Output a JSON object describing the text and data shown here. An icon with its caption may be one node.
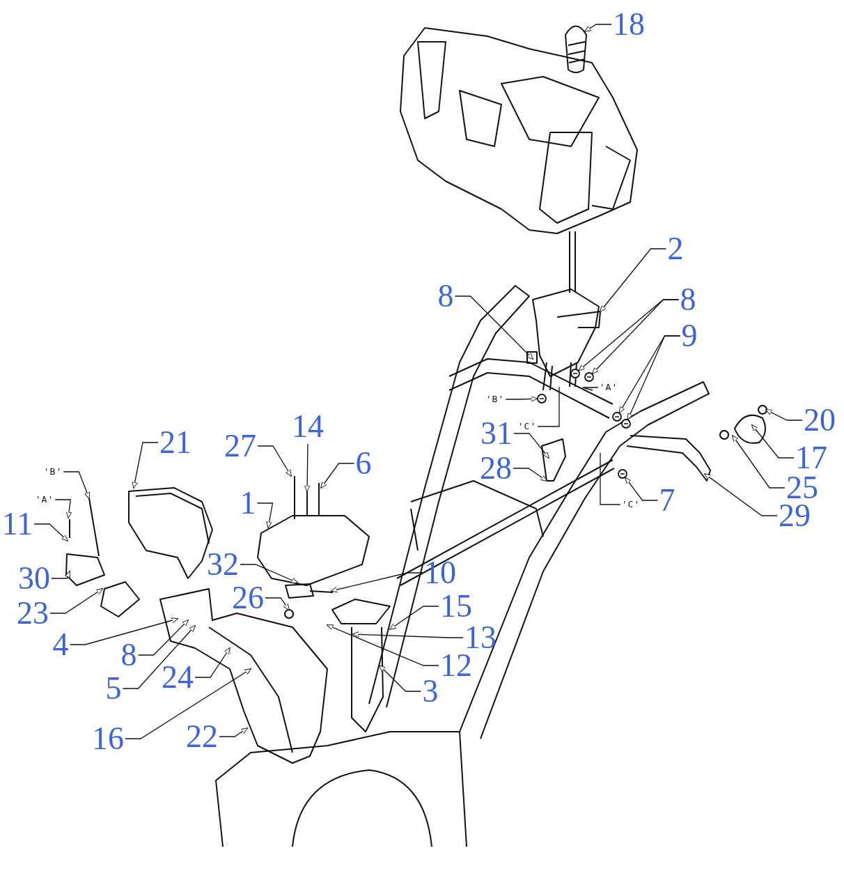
{
  "diagram": {
    "nodes": [
      {
        "text": [
          "18"
        ]
      },
      {
        "text": [
          "2"
        ]
      },
      {
        "text": [
          "8"
        ]
      },
      {
        "text": [
          "8"
        ]
      },
      {
        "text": [
          "9"
        ]
      },
      {
        "text": [
          "'A'"
        ]
      },
      {
        "text": [
          "'B'"
        ]
      },
      {
        "text": [
          "'C'"
        ]
      },
      {
        "text": [
          "31"
        ]
      },
      {
        "text": [
          "28"
        ]
      },
      {
        "text": [
          "'C'"
        ]
      },
      {
        "text": [
          "7"
        ]
      },
      {
        "text": [
          "20"
        ]
      },
      {
        "text": [
          "17"
        ]
      },
      {
        "text": [
          "25"
        ]
      },
      {
        "text": [
          "29"
        ]
      },
      {
        "text": [
          "21"
        ]
      },
      {
        "text": [
          "14"
        ]
      },
      {
        "text": [
          "27"
        ]
      },
      {
        "text": [
          "6"
        ]
      },
      {
        "text": [
          "1"
        ]
      },
      {
        "text": [
          "'B'"
        ]
      },
      {
        "text": [
          "'A'"
        ]
      },
      {
        "text": [
          "11"
        ]
      },
      {
        "text": [
          "30"
        ]
      },
      {
        "text": [
          "23"
        ]
      },
      {
        "text": [
          "32"
        ]
      },
      {
        "text": [
          "26"
        ]
      },
      {
        "text": [
          "10"
        ]
      },
      {
        "text": [
          "15"
        ]
      },
      {
        "text": [
          "13"
        ]
      },
      {
        "text": [
          "12"
        ]
      },
      {
        "text": [
          "3"
        ]
      },
      {
        "text": [
          "4"
        ]
      },
      {
        "text": [
          "8"
        ]
      },
      {
        "text": [
          "5"
        ]
      },
      {
        "text": [
          "24"
        ]
      },
      {
        "text": [
          "16"
        ]
      },
      {
        "text": [
          "22"
        ]
      },
      {
        "text": [],
        "shape": "picture"
      },
      {
        "text": [],
        "shape": "picture"
      },
      {
        "text": [],
        "shape": "picture"
      },
      {
        "text": [],
        "shape": "picture"
      },
      {
        "text": [],
        "shape": "picture"
      },
      {
        "text": [],
        "shape": "picture"
      }
    ],
    "edges": [
      {
        "from": 0,
        "to": null,
        "arrow": "to"
      },
      {
        "from": 1,
        "to": null,
        "arrow": "to"
      },
      {
        "from": 2,
        "to": null,
        "arrow": "to"
      },
      {
        "from": 3,
        "to": 39,
        "arrow": "to"
      },
      {
        "from": 3,
        "to": 40,
        "arrow": "to"
      },
      {
        "from": 4,
        "to": 41,
        "arrow": "to"
      },
      {
        "from": 4,
        "to": 42,
        "arrow": "to"
      },
      {
        "from": 5,
        "to": null,
        "arrow": "none"
      },
      {
        "from": 6,
        "to": 43,
        "arrow": "to"
      },
      {
        "from": 7,
        "to": null,
        "arrow": "none"
      },
      {
        "from": 8,
        "to": null,
        "arrow": "to"
      },
      {
        "from": 9,
        "to": null,
        "arrow": "to"
      },
      {
        "from": 10,
        "to": null,
        "arrow": "none"
      },
      {
        "from": 11,
        "to": 44,
        "arrow": "to"
      },
      {
        "from": 12,
        "to": null,
        "arrow": "to"
      },
      {
        "from": 13,
        "to": null,
        "arrow": "to"
      },
      {
        "from": 14,
        "to": null,
        "arrow": "to"
      },
      {
        "from": 15,
        "to": null,
        "arrow": "to"
      },
      {
        "from": 16,
        "to": null,
        "arrow": "to"
      },
      {
        "from": 17,
        "to": null,
        "arrow": "to"
      },
      {
        "from": 18,
        "to": null,
        "arrow": "to"
      },
      {
        "from": 19,
        "to": null,
        "arrow": "to"
      },
      {
        "from": 20,
        "to": null,
        "arrow": "to"
      },
      {
        "from": 21,
        "to": null,
        "arrow": "to"
      },
      {
        "from": 22,
        "to": null,
        "arrow": "to"
      },
      {
        "from": 23,
        "to": null,
        "arrow": "to"
      },
      {
        "from": 24,
        "to": null,
        "arrow": "to"
      },
      {
        "from": 25,
        "to": null,
        "arrow": "to"
      },
      {
        "from": 26,
        "to": null,
        "arrow": "to"
      },
      {
        "from": 27,
        "to": null,
        "arrow": "to"
      },
      {
        "from": 28,
        "to": null,
        "arrow": "to"
      },
      {
        "from": 29,
        "to": null,
        "arrow": "to"
      },
      {
        "from": 30,
        "to": null,
        "arrow": "to"
      },
      {
        "from": 31,
        "to": null,
        "arrow": "to"
      },
      {
        "from": 32,
        "to": null,
        "arrow": "to"
      },
      {
        "from": 33,
        "to": null,
        "arrow": "to"
      },
      {
        "from": 34,
        "to": null,
        "arrow": "to"
      },
      {
        "from": 35,
        "to": null,
        "arrow": "to"
      },
      {
        "from": 36,
        "to": null,
        "arrow": "to"
      },
      {
        "from": 37,
        "to": null,
        "arrow": "to"
      },
      {
        "from": 38,
        "to": null,
        "arrow": "to"
      }
    ]
  }
}
